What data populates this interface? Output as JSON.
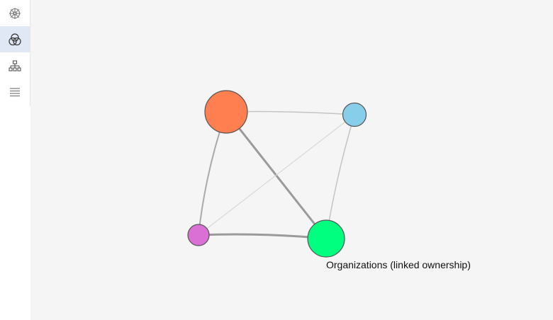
{
  "sidebar": {
    "items": [
      {
        "icon": "settings-wheel-icon",
        "active": false
      },
      {
        "icon": "venn-circles-icon",
        "active": true
      },
      {
        "icon": "hierarchy-icon",
        "active": false
      },
      {
        "icon": "menu-lines-icon",
        "active": false
      }
    ]
  },
  "graph": {
    "nodes": [
      {
        "id": "orange",
        "color": "#ff7f50",
        "label": ""
      },
      {
        "id": "blue",
        "color": "#87ceeb",
        "label": ""
      },
      {
        "id": "purple",
        "color": "#da70d6",
        "label": ""
      },
      {
        "id": "green",
        "color": "#00ff7f",
        "label": "Organizations (linked ownership)"
      }
    ],
    "edges": [
      {
        "source": "orange",
        "target": "green",
        "weight": "strong"
      },
      {
        "source": "purple",
        "target": "green",
        "weight": "strong"
      },
      {
        "source": "orange",
        "target": "purple",
        "weight": "medium"
      },
      {
        "source": "orange",
        "target": "blue",
        "weight": "light"
      },
      {
        "source": "blue",
        "target": "green",
        "weight": "light"
      },
      {
        "source": "blue",
        "target": "purple",
        "weight": "faint"
      }
    ]
  }
}
